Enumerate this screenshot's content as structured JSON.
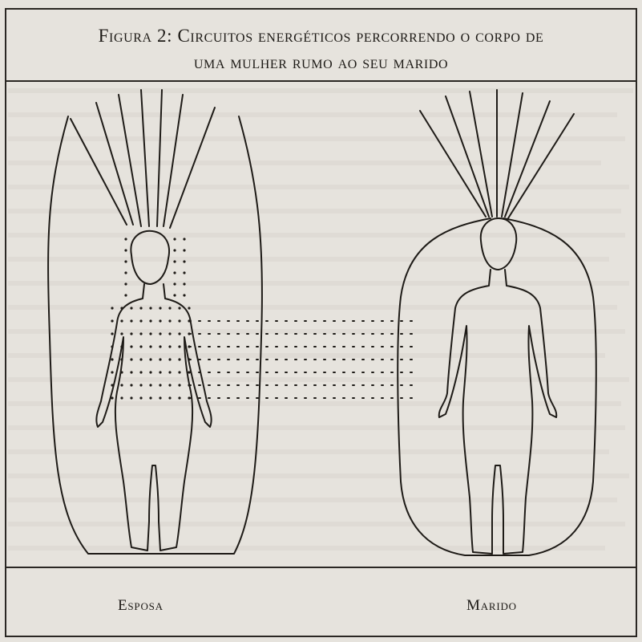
{
  "figure": {
    "title_line_1": "Figura 2: Circuitos energéticos percorrendo o corpo de",
    "title_line_2": "uma mulher rumo ao seu marido",
    "caption_left": "Esposa",
    "caption_right": "Marido"
  },
  "colors": {
    "paper": "#e6e3dd",
    "ink": "#1e1b17"
  }
}
